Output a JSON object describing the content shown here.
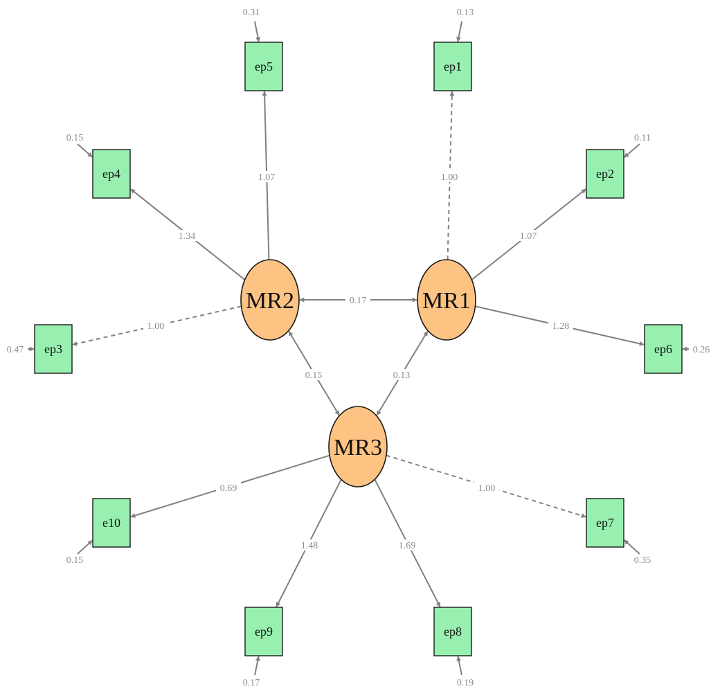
{
  "colors": {
    "latent_fill": "#fcc383",
    "observed_fill": "#98f0b0",
    "edge": "#808080",
    "label": "#8c8c8c"
  },
  "latent": [
    {
      "id": "MR2",
      "label": "MR2"
    },
    {
      "id": "MR1",
      "label": "MR1"
    },
    {
      "id": "MR3",
      "label": "MR3"
    }
  ],
  "observed": [
    {
      "id": "ep5",
      "label": "ep5",
      "residual": "0.31"
    },
    {
      "id": "ep1",
      "label": "ep1",
      "residual": "0.13"
    },
    {
      "id": "ep4",
      "label": "ep4",
      "residual": "0.15"
    },
    {
      "id": "ep2",
      "label": "ep2",
      "residual": "0.11"
    },
    {
      "id": "ep3",
      "label": "ep3",
      "residual": "0.47"
    },
    {
      "id": "ep6",
      "label": "ep6",
      "residual": "0.26"
    },
    {
      "id": "e10",
      "label": "e10",
      "residual": "0.15"
    },
    {
      "id": "ep7",
      "label": "ep7",
      "residual": "0.35"
    },
    {
      "id": "ep9",
      "label": "ep9",
      "residual": "0.17"
    },
    {
      "id": "ep8",
      "label": "ep8",
      "residual": "0.19"
    }
  ],
  "loadings": [
    {
      "from": "MR2",
      "to": "ep5",
      "value": "1.07",
      "dashed": false
    },
    {
      "from": "MR2",
      "to": "ep4",
      "value": "1.34",
      "dashed": false
    },
    {
      "from": "MR2",
      "to": "ep3",
      "value": "1.00",
      "dashed": true
    },
    {
      "from": "MR1",
      "to": "ep1",
      "value": "1.00",
      "dashed": true
    },
    {
      "from": "MR1",
      "to": "ep2",
      "value": "1.07",
      "dashed": false
    },
    {
      "from": "MR1",
      "to": "ep6",
      "value": "1.28",
      "dashed": false
    },
    {
      "from": "MR3",
      "to": "e10",
      "value": "0.69",
      "dashed": false
    },
    {
      "from": "MR3",
      "to": "ep9",
      "value": "1.48",
      "dashed": false
    },
    {
      "from": "MR3",
      "to": "ep8",
      "value": "1.69",
      "dashed": false
    },
    {
      "from": "MR3",
      "to": "ep7",
      "value": "1.00",
      "dashed": true
    }
  ],
  "covariances": [
    {
      "a": "MR2",
      "b": "MR1",
      "value": "0.17"
    },
    {
      "a": "MR2",
      "b": "MR3",
      "value": "0.15"
    },
    {
      "a": "MR1",
      "b": "MR3",
      "value": "0.13"
    }
  ]
}
